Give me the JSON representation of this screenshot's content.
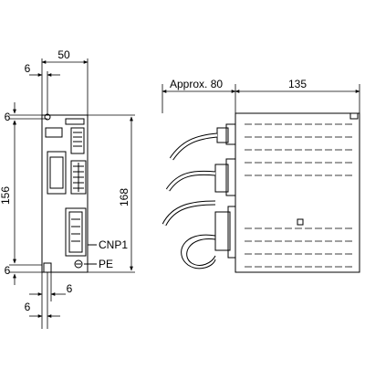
{
  "front_view": {
    "dimensions": {
      "width_top": "50",
      "offset_top_left": "6",
      "height_body": "156",
      "margin_top": "6",
      "margin_bottom": "6",
      "height_total": "168",
      "offset_bottom_left": "6",
      "offset_bottom_right": "6"
    },
    "labels": {
      "connector": "CNP1",
      "ground": "PE"
    }
  },
  "side_view": {
    "dimensions": {
      "cable_clearance": "Approx. 80",
      "depth": "135"
    }
  },
  "colors": {
    "line": "#000000",
    "panel": "#ffffff"
  }
}
